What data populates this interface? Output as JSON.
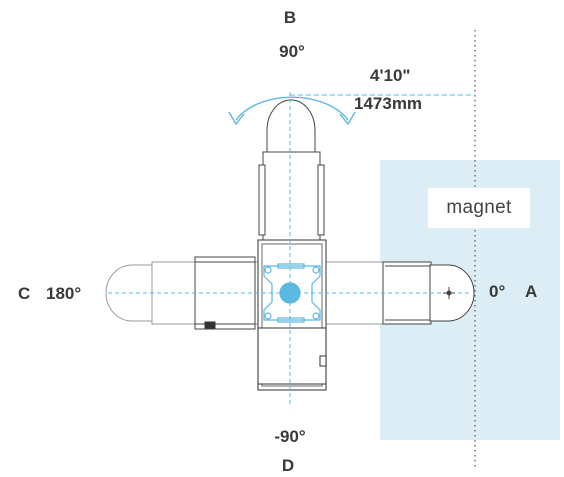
{
  "labels": {
    "top_letter": "B",
    "top_angle": "90°",
    "bottom_angle": "-90°",
    "bottom_letter": "D",
    "left_letter": "C",
    "left_angle": "180°",
    "right_angle": "0°",
    "right_letter": "A",
    "dimension_imperial": "4'10\"",
    "dimension_metric": "1473mm",
    "zone_label": "magnet"
  },
  "colors": {
    "accent": "#5bb8e0",
    "zone_fill": "#dcedf5",
    "outline": "#444444",
    "text": "#3a3a3a"
  },
  "icons": [
    "rotation-arrow-icon",
    "mount-plate-icon",
    "camera-marker-icon"
  ]
}
